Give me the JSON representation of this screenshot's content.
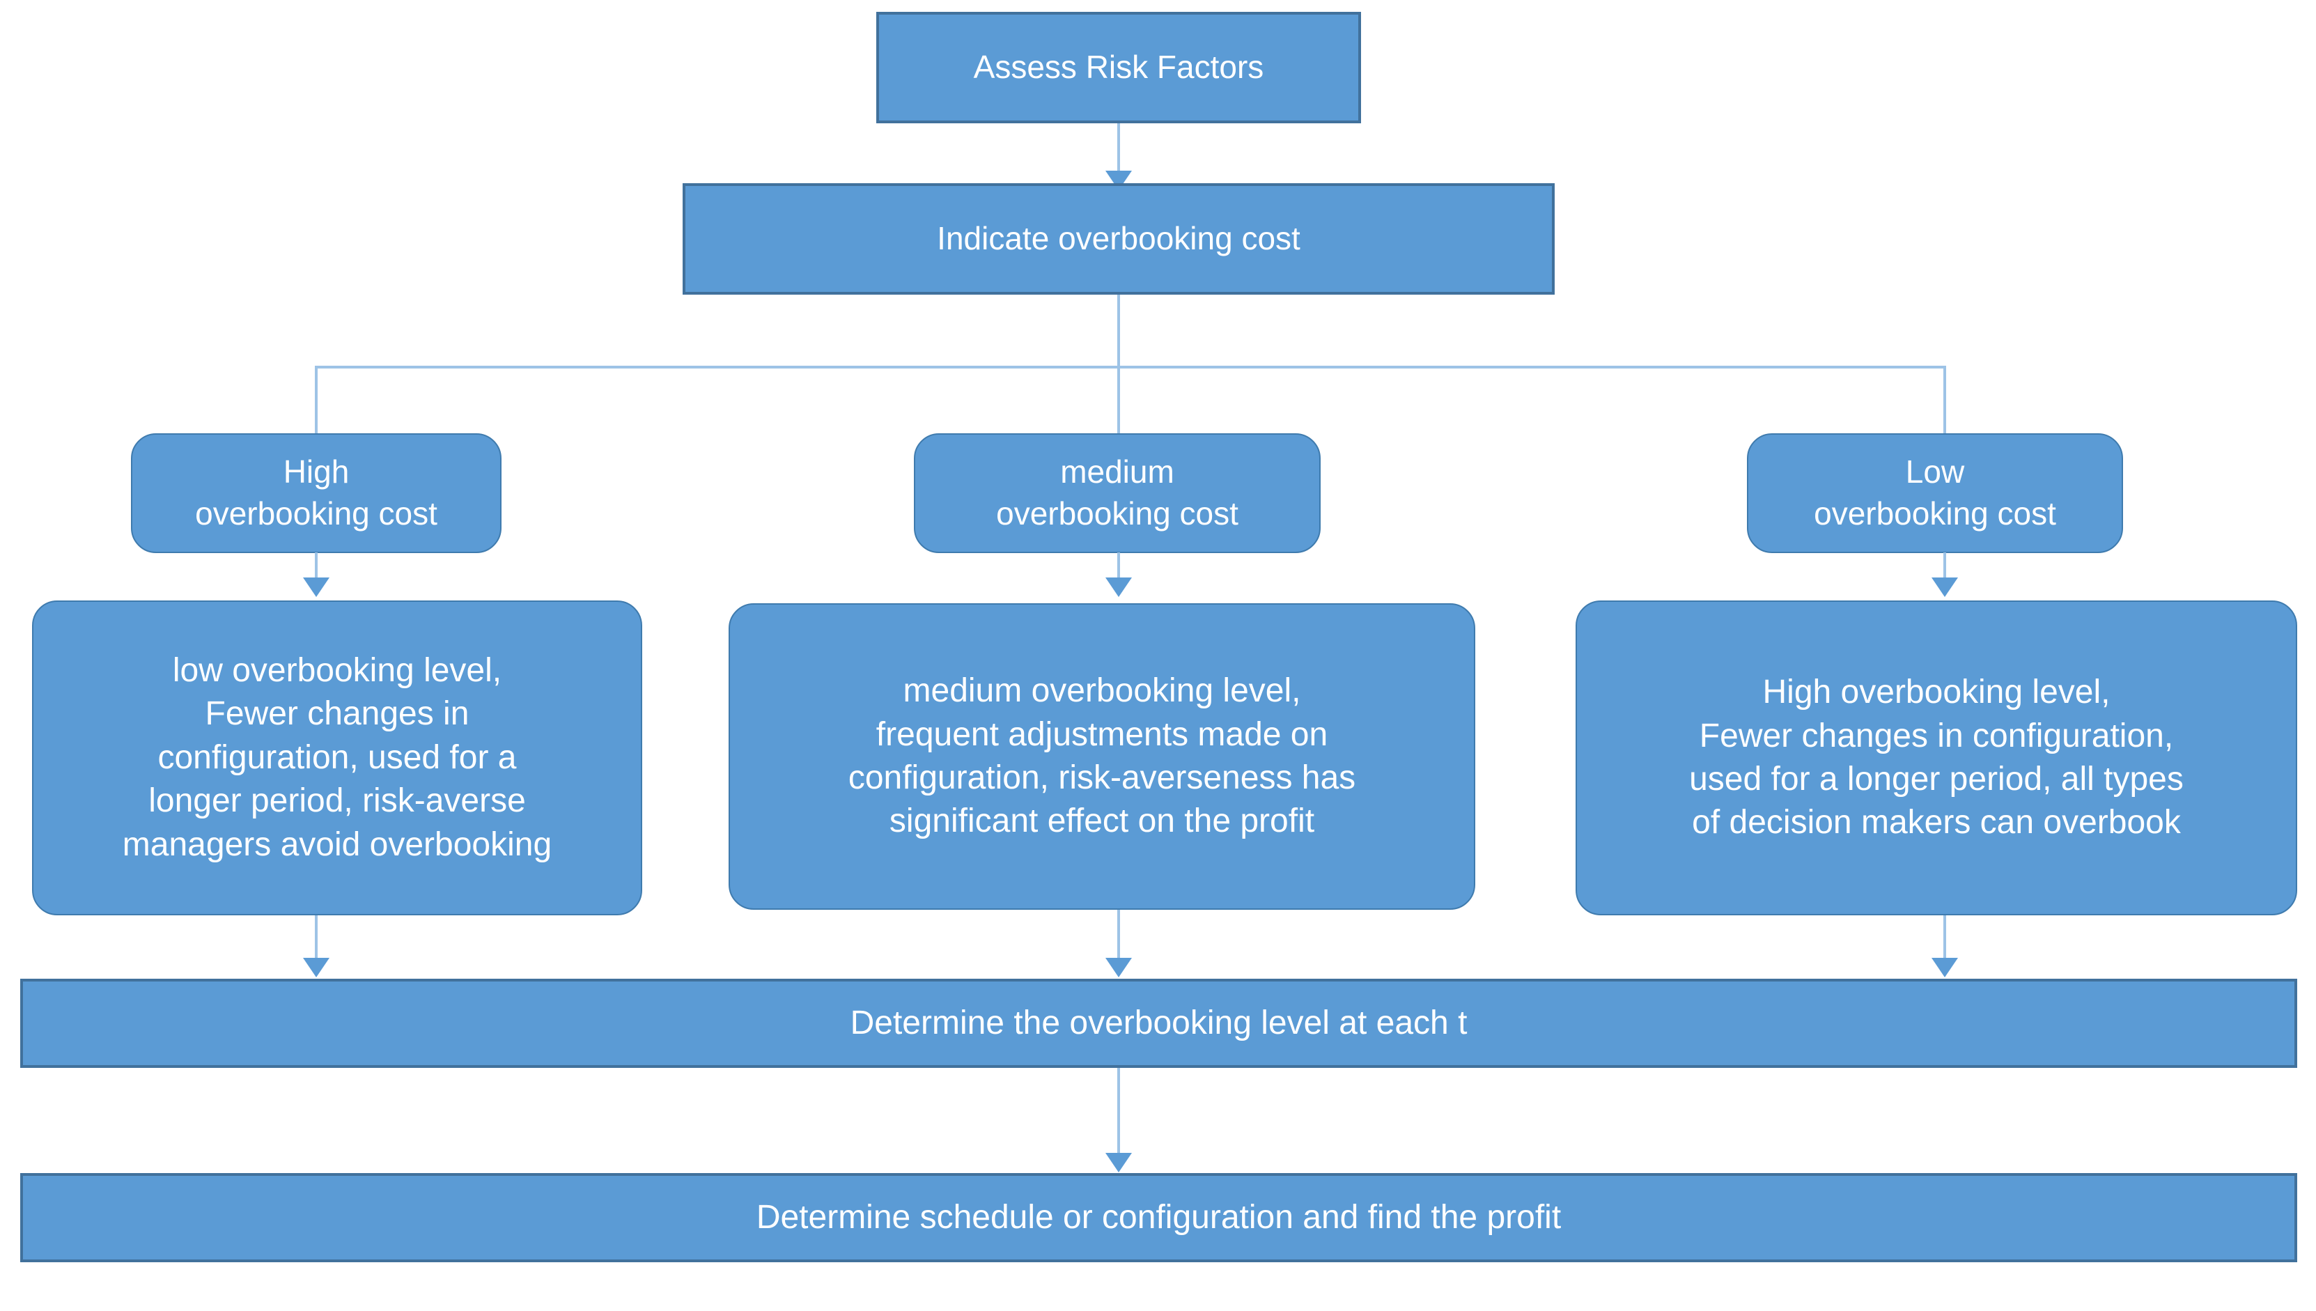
{
  "diagram": {
    "title_node": {
      "label": "Assess Risk Factors"
    },
    "step2": {
      "label": "Indicate overbooking cost"
    },
    "branches": [
      {
        "label": "High\noverbooking cost"
      },
      {
        "label": "medium\noverbooking cost"
      },
      {
        "label": "Low\noverbooking cost"
      }
    ],
    "details": [
      {
        "label": "low overbooking level,\nFewer changes in\nconfiguration, used for a\nlonger period, risk-averse\nmanagers avoid overbooking"
      },
      {
        "label": "medium overbooking level,\nfrequent adjustments made on\nconfiguration, risk-averseness has\nsignificant effect on the profit"
      },
      {
        "label": "High overbooking level,\nFewer changes in configuration,\nused for a longer period, all types\nof decision makers can overbook"
      }
    ],
    "step_determine_level": {
      "label": "Determine the overbooking level at each t"
    },
    "step_determine_schedule": {
      "label": "Determine  schedule or configuration and find the profit"
    },
    "colors": {
      "fill": "#5B9BD5",
      "rect_border": "#41719C",
      "round_border": "#3F7BAE",
      "connector": "#9DC3E6",
      "arrowhead": "#5B9BD5",
      "text": "#FFFFFF",
      "background": "#FFFFFF"
    }
  }
}
